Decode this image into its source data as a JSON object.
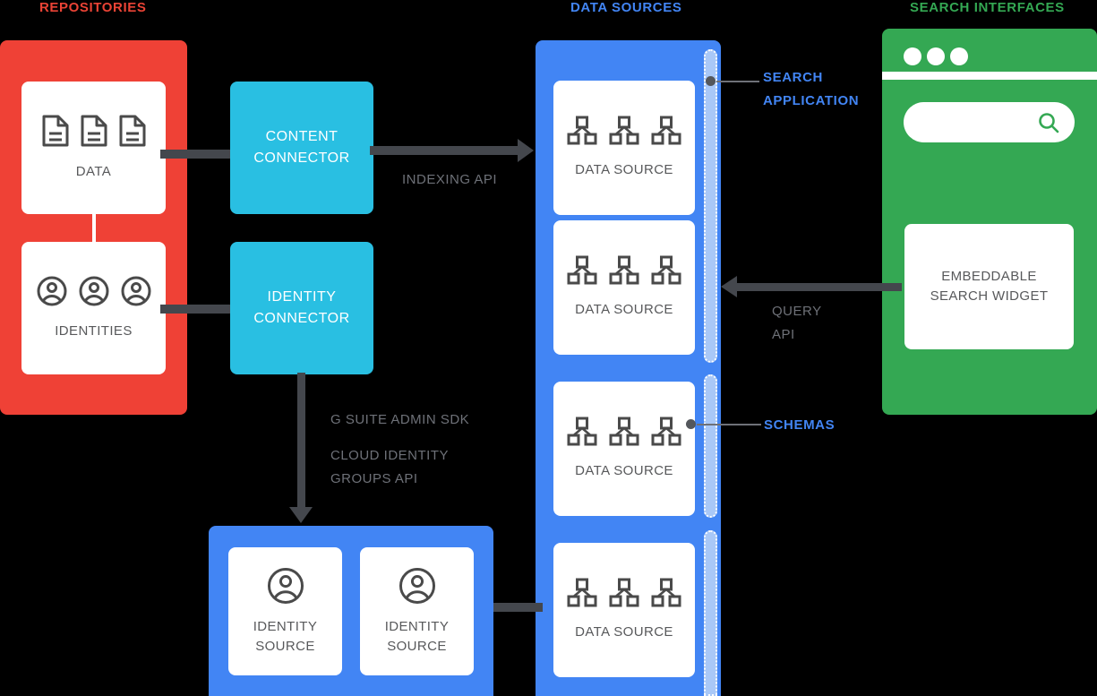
{
  "columns": {
    "repositories": "REPOSITORIES",
    "data_sources": "DATA SOURCES",
    "search_interfaces": "SEARCH INTERFACES"
  },
  "colors": {
    "repositories_red": "#EF4136",
    "connector_cyan": "#29BFE2",
    "datasource_blue": "#4285F4",
    "interfaces_green": "#34A853",
    "schema_bar_blue": "#A9C8F7",
    "wire_grey": "#44474D",
    "label_grey": "#6E7178",
    "background": "#000000"
  },
  "repositories": {
    "cards": [
      {
        "label": "DATA",
        "icon": "document-icon",
        "icon_count": 3
      },
      {
        "label": "IDENTITIES",
        "icon": "person-circle-icon",
        "icon_count": 3
      }
    ]
  },
  "connectors": [
    {
      "label": "CONTENT\nCONNECTOR",
      "line1": "CONTENT",
      "line2": "CONNECTOR"
    },
    {
      "label": "IDENTITY\nCONNECTOR",
      "line1": "IDENTITY",
      "line2": "CONNECTOR"
    }
  ],
  "data_sources": {
    "cards": [
      {
        "label": "DATA SOURCE",
        "icon": "sitemap-icon",
        "icon_count": 3
      },
      {
        "label": "DATA SOURCE",
        "icon": "sitemap-icon",
        "icon_count": 3
      },
      {
        "label": "DATA SOURCE",
        "icon": "sitemap-icon",
        "icon_count": 3
      },
      {
        "label": "DATA SOURCE",
        "icon": "sitemap-icon",
        "icon_count": 3
      }
    ],
    "schema_bars": 3
  },
  "identity_sources": {
    "cards": [
      {
        "line1": "IDENTITY",
        "line2": "SOURCE",
        "icon": "person-circle-icon"
      },
      {
        "line1": "IDENTITY",
        "line2": "SOURCE",
        "icon": "person-circle-icon"
      }
    ]
  },
  "search_interfaces": {
    "browser_dots": 3,
    "search_box_placeholder": "",
    "search_icon": "magnifier-icon",
    "widget": {
      "line1": "EMBEDDABLE",
      "line2": "SEARCH WIDGET"
    }
  },
  "api_labels": {
    "indexing_api": "INDEXING API",
    "query_api_line1": "QUERY",
    "query_api_line2": "API",
    "gsuite_admin_sdk": "G SUITE ADMIN SDK",
    "cloud_identity_line1": "CLOUD IDENTITY",
    "cloud_identity_line2": "GROUPS API"
  },
  "callouts": {
    "search_application_line1": "SEARCH",
    "search_application_line2": "APPLICATION",
    "schemas": "SCHEMAS"
  }
}
